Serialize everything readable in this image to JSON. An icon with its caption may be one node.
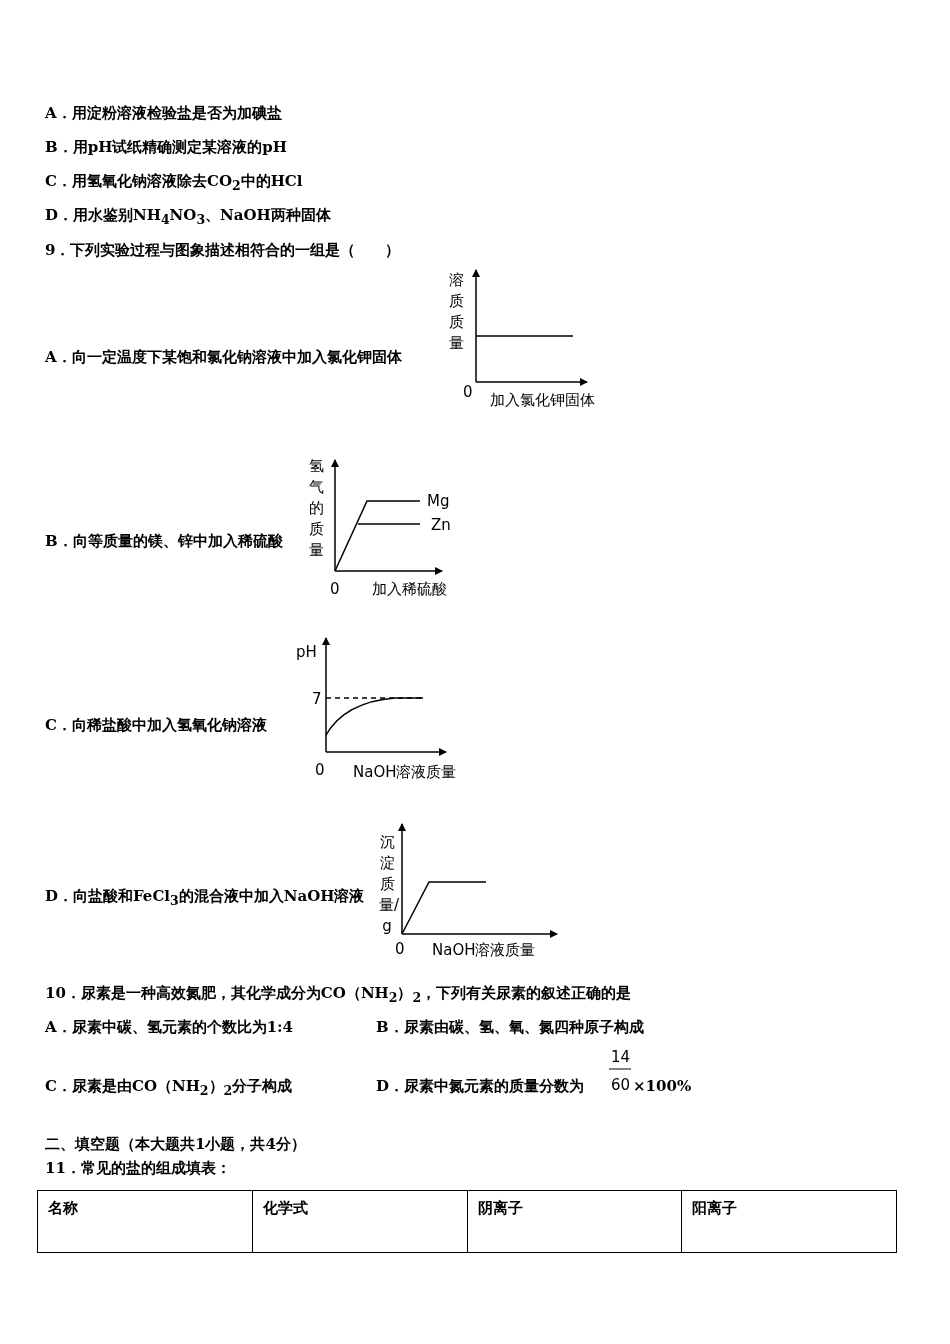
{
  "diagram": {
    "labels": [
      "A．用淀粉溶液检验盐是否为加碘盐",
      "B．用pH试纸精确测定某溶液的pH",
      "C．用氢氧化钠溶液除去CO$_{2}$中的HCl",
      "D．用水鉴别NH$_{4}$NO$_{3}$、NaOH两种固体",
      "9．下列实验过程与图象描述相符合的一组是（　　）",
      "溶质质量",
      "A．向一定温度下某饱和氯化钠溶液中加入氯化钾固体",
      "0",
      "加入氯化钾固体",
      "氢气的质量",
      "Mg",
      "Zn",
      "B．向等质量的镁、锌中加入稀硫酸",
      "0",
      "加入稀硫酸",
      "pH",
      "7",
      "C．向稀盐酸中加入氢氧化钠溶液",
      "0",
      "NaOH溶液质量",
      "沉淀质量/g",
      "D．向盐酸和FeCl$_{3}$的混合液中加入NaOH溶液",
      "0",
      "NaOH溶液质量",
      "10．尿素是一种高效氮肥，其化学成分为CO（NH$_{2}$）$_{2}$，下列有关尿素的叙述正确的是",
      "A．尿素中碳、氢元素的个数比为1:4",
      "B．尿素由碳、氢、氧、氮四种原子构成",
      "14",
      "C．尿素是由CO（NH$_{2}$）$_{2}$分子构成",
      "D．尿素中氮元素的质量分数为",
      "60",
      "×100%",
      "二、填空题（本大题共1小题，共4分）",
      "11．常见的盐的组成填表：",
      "名称",
      "化学式",
      "阴离子",
      "阳离子"
    ]
  }
}
